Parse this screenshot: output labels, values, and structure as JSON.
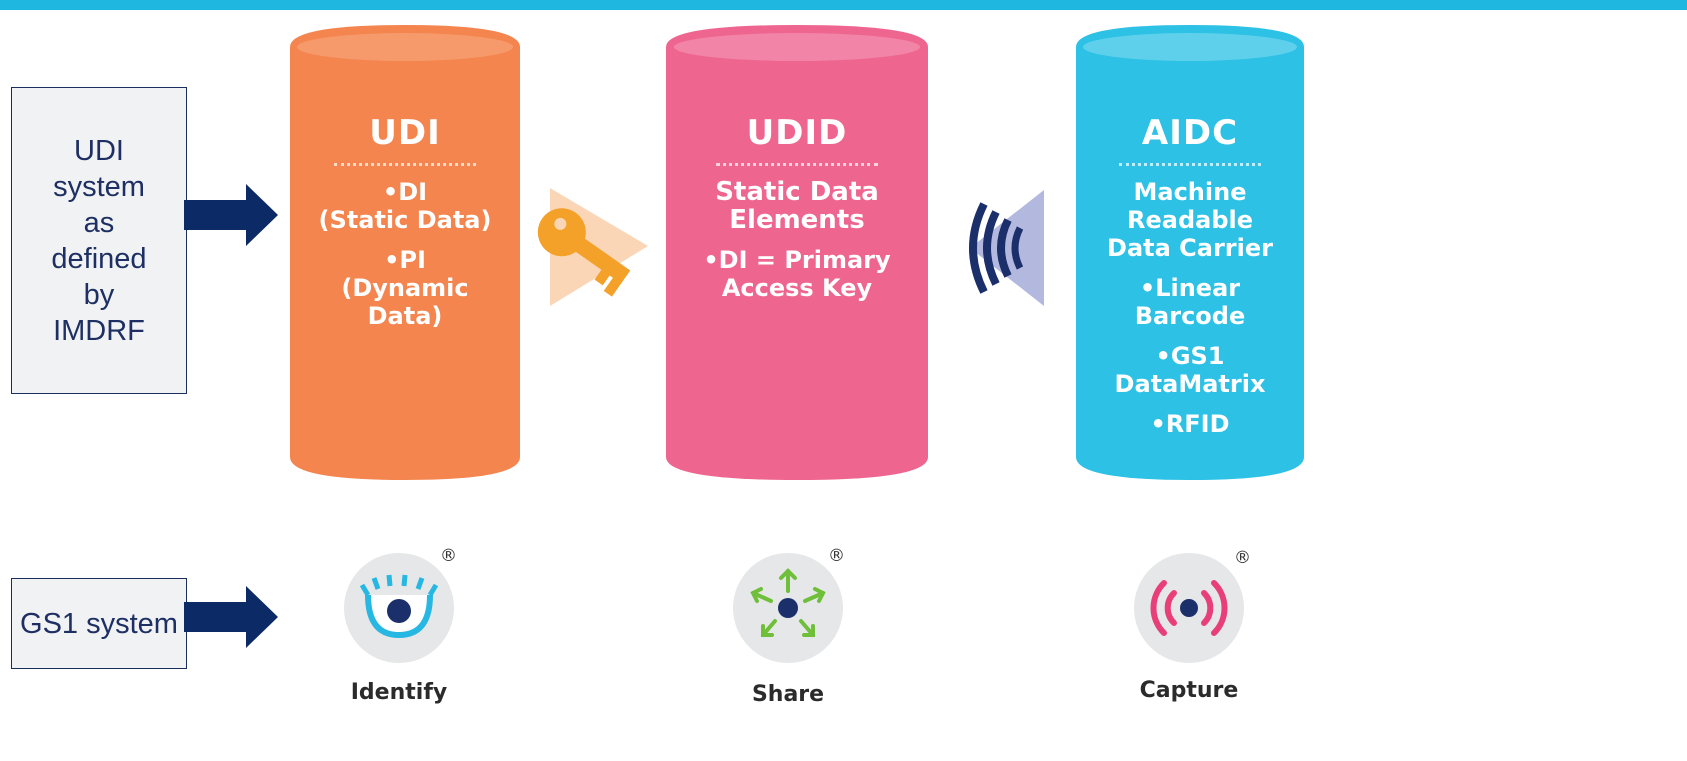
{
  "colors": {
    "top_bar": "#1fb6e0",
    "label_text": "#1d2f63",
    "arrow": "#0c2a66",
    "udi_cylinder": "#f4854f",
    "udid_cylinder": "#ee6690",
    "aidc_cylinder": "#2cc1e5",
    "key": "#f4a12a",
    "icon_bg": "#e6e7e8"
  },
  "left_labels": {
    "udi_system": "UDI system as defined by IMDRF",
    "gs1_system": "GS1 system"
  },
  "cylinders": {
    "udi": {
      "title": "UDI",
      "lines": [
        "•DI",
        "(Static Data)",
        "•PI",
        "(Dynamic",
        "Data)"
      ]
    },
    "udid": {
      "title": "UDID",
      "lines": [
        "Static Data",
        "Elements",
        "•DI = Primary",
        "Access Key"
      ]
    },
    "aidc": {
      "title": "AIDC",
      "lines": [
        "Machine",
        "Readable",
        "Data Carrier",
        "•Linear",
        "Barcode",
        "•GS1",
        "DataMatrix",
        "•RFID"
      ]
    }
  },
  "gs1_icons": {
    "identify": {
      "label": "Identify",
      "icon": "eye-icon"
    },
    "share": {
      "label": "Share",
      "icon": "share-arrows-icon"
    },
    "capture": {
      "label": "Capture",
      "icon": "capture-signal-icon"
    },
    "registered_mark": "®"
  }
}
